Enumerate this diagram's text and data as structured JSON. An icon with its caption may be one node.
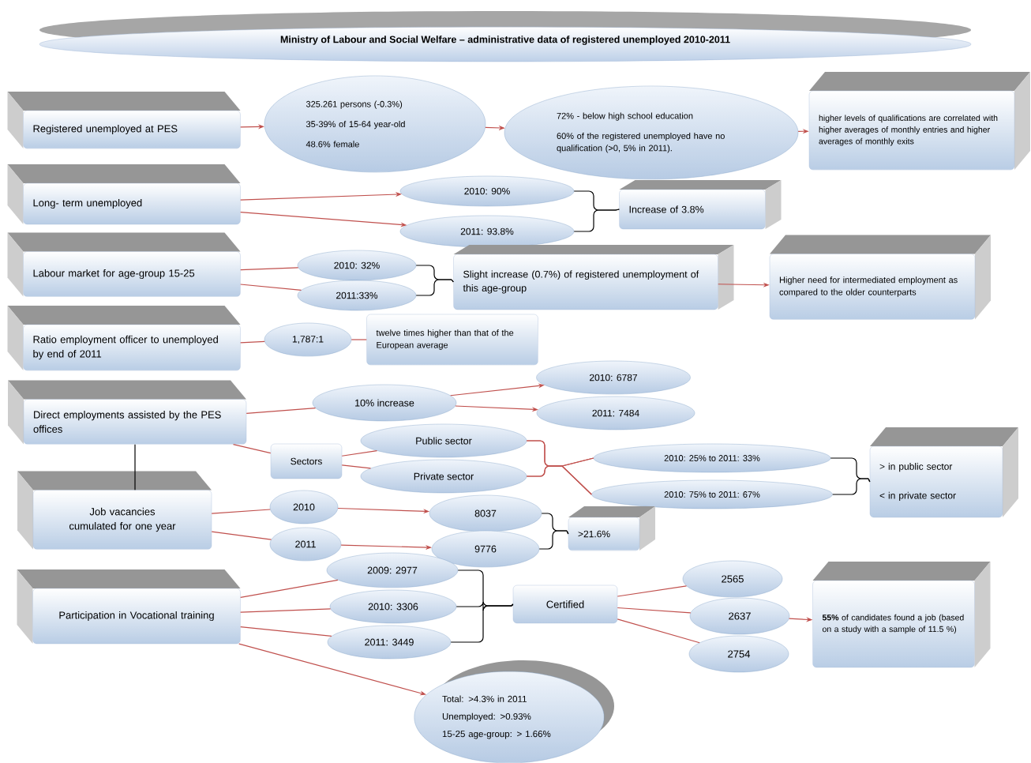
{
  "diagram": {
    "title": "Ministry of Labour and Social Welfare – administrative data of registered unemployed 2010-2011",
    "nodes": [
      {
        "text": [
          "Registered unemployed at PES"
        ]
      },
      {
        "text": [
          "325.261 persons (-0.3%)",
          "35-39% of 15-64 year-old",
          "48.6% female"
        ]
      },
      {
        "text": [
          "72% - below high school education",
          "60% of the registered unemployed have no qualification (>0, 5% in 2011)."
        ]
      },
      {
        "text": [
          "higher levels of qualifications are correlated with higher averages of monthly entries and higher averages of monthly exits"
        ]
      },
      {
        "text": [
          "Long- term unemployed"
        ]
      },
      {
        "text": [
          "2010: 90%"
        ]
      },
      {
        "text": [
          "2011: 93.8%"
        ]
      },
      {
        "text": [
          "Increase of 3.8%"
        ]
      },
      {
        "text": [
          "Labour market for age-group 15-25"
        ]
      },
      {
        "text": [
          "2010: 32%"
        ]
      },
      {
        "text": [
          "2011:33%"
        ]
      },
      {
        "text": [
          "Slight increase (0.7%) of registered unemployment of this age-group"
        ]
      },
      {
        "text": [
          "Higher need for intermediated employment as compared to the older counterparts"
        ]
      },
      {
        "text": [
          "Ratio employment officer to unemployed by end of 2011"
        ]
      },
      {
        "text": [
          "1,787:1"
        ]
      },
      {
        "text": [
          "twelve times higher than that of the European average"
        ]
      },
      {
        "text": [
          "Direct employments assisted by the PES offices"
        ]
      },
      {
        "text": [
          "10% increase"
        ]
      },
      {
        "text": [
          "2010: 6787"
        ]
      },
      {
        "text": [
          "2011: 7484"
        ]
      },
      {
        "text": [
          "Sectors"
        ]
      },
      {
        "text": [
          "Public sector"
        ]
      },
      {
        "text": [
          "Private sector"
        ]
      },
      {
        "text": [
          "2010: 25% to 2011: 33%"
        ]
      },
      {
        "text": [
          "2010: 75% to 2011: 67%"
        ]
      },
      {
        "text": [
          "> in public sector",
          "< in private sector"
        ]
      },
      {
        "text": [
          "Job vacancies cumulated for one year"
        ]
      },
      {
        "text": [
          "2010"
        ]
      },
      {
        "text": [
          "2011"
        ]
      },
      {
        "text": [
          "8037"
        ]
      },
      {
        "text": [
          "9776"
        ]
      },
      {
        "text": [
          ">21.6%"
        ]
      },
      {
        "text": [
          "Participation in Vocational training"
        ]
      },
      {
        "text": [
          "2009: 2977"
        ]
      },
      {
        "text": [
          "2010: 3306"
        ]
      },
      {
        "text": [
          "2011: 3449"
        ]
      },
      {
        "text": [
          "Certified"
        ]
      },
      {
        "text": [
          "2565"
        ]
      },
      {
        "text": [
          "2637"
        ]
      },
      {
        "text": [
          "2754"
        ]
      },
      {
        "text": [
          "**55%** of candidates found a job (based on a study with a sample of 11.5 %)"
        ]
      },
      {
        "text": [
          "Total: >4.3% in 2011",
          "Unemployed: >0.93%",
          "15-25 age-group: > 1.66%"
        ]
      }
    ],
    "edges": [
      {
        "from": 0,
        "to": 1,
        "arrow": "to"
      },
      {
        "from": 1,
        "to": 2,
        "arrow": "to"
      },
      {
        "from": 2,
        "to": 3,
        "arrow": "to"
      },
      {
        "from": 4,
        "to": 5,
        "arrow": "to"
      },
      {
        "from": 4,
        "to": 6,
        "arrow": "to"
      },
      {
        "from": 5,
        "to": 7,
        "arrow": "none",
        "color": "#000000"
      },
      {
        "from": 6,
        "to": 7,
        "arrow": "none",
        "color": "#000000"
      },
      {
        "from": 8,
        "to": 9,
        "arrow": "none"
      },
      {
        "from": 8,
        "to": 10,
        "arrow": "none"
      },
      {
        "from": 9,
        "to": 11,
        "arrow": "none",
        "color": "#000000"
      },
      {
        "from": 10,
        "to": 11,
        "arrow": "none",
        "color": "#000000"
      },
      {
        "from": 11,
        "to": 12,
        "arrow": "to"
      },
      {
        "from": 13,
        "to": 14,
        "arrow": "none"
      },
      {
        "from": 14,
        "to": 15,
        "arrow": "none"
      },
      {
        "from": 16,
        "to": 17,
        "arrow": "none"
      },
      {
        "from": 17,
        "to": 18,
        "arrow": "to"
      },
      {
        "from": 17,
        "to": 19,
        "arrow": "to"
      },
      {
        "from": 16,
        "to": 20,
        "arrow": "none"
      },
      {
        "from": 20,
        "to": 21,
        "arrow": "none"
      },
      {
        "from": 20,
        "to": 22,
        "arrow": "none"
      },
      {
        "from": 21,
        "to": 23,
        "arrow": "none"
      },
      {
        "from": 21,
        "to": 24,
        "arrow": "none"
      },
      {
        "from": 22,
        "to": 23,
        "arrow": "none"
      },
      {
        "from": 22,
        "to": 24,
        "arrow": "none"
      },
      {
        "from": 23,
        "to": 25,
        "arrow": "none",
        "color": "#000000"
      },
      {
        "from": 24,
        "to": 25,
        "arrow": "none",
        "color": "#000000"
      },
      {
        "from": 16,
        "to": 26,
        "arrow": "none",
        "color": "#000000"
      },
      {
        "from": 26,
        "to": 27,
        "arrow": "none"
      },
      {
        "from": 26,
        "to": 28,
        "arrow": "none"
      },
      {
        "from": 27,
        "to": 29,
        "arrow": "to"
      },
      {
        "from": 28,
        "to": 30,
        "arrow": "to"
      },
      {
        "from": 29,
        "to": 31,
        "arrow": "none",
        "color": "#000000"
      },
      {
        "from": 30,
        "to": 31,
        "arrow": "none",
        "color": "#000000"
      },
      {
        "from": 32,
        "to": 33,
        "arrow": "none"
      },
      {
        "from": 32,
        "to": 34,
        "arrow": "none"
      },
      {
        "from": 32,
        "to": 35,
        "arrow": "none"
      },
      {
        "from": 33,
        "to": 36,
        "arrow": "none",
        "color": "#000000"
      },
      {
        "from": 34,
        "to": 36,
        "arrow": "none",
        "color": "#000000"
      },
      {
        "from": 35,
        "to": 36,
        "arrow": "none",
        "color": "#000000"
      },
      {
        "from": 32,
        "to": 41,
        "arrow": "to"
      },
      {
        "from": 36,
        "to": 37,
        "arrow": "none"
      },
      {
        "from": 36,
        "to": 38,
        "arrow": "none"
      },
      {
        "from": 36,
        "to": 39,
        "arrow": "none"
      },
      {
        "from": 38,
        "to": 40,
        "arrow": "to"
      }
    ]
  }
}
